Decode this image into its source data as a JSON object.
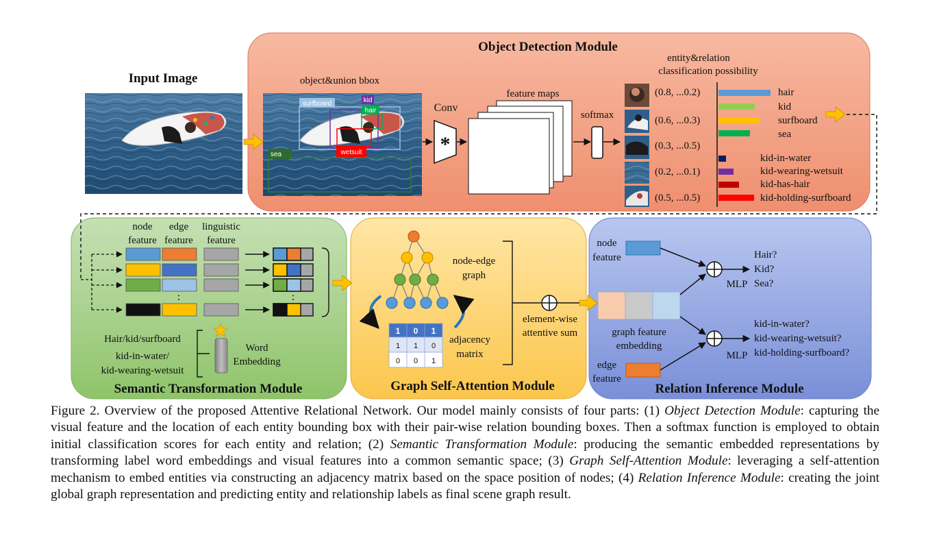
{
  "figure": {
    "input_image_title": "Input Image",
    "object_detection": {
      "title": "Object Detection Module",
      "bbox_label": "object&union bbox",
      "box_tags": [
        "surfboard",
        "kid",
        "hair",
        "wetsuit",
        "sea"
      ],
      "conv_label": "Conv",
      "conv_symbol": "*",
      "feature_maps_label": "feature maps",
      "softmax_label": "softmax",
      "classification_header_line1": "entity&relation",
      "classification_header_line2": "classification possibility",
      "tuples": [
        "(0.8, ...0.2)",
        "(0.6, ...0.3)",
        "(0.3, ...0.5)",
        "(0.2, ...0.1)",
        "(0.5, ...0.5)"
      ],
      "entity_labels": [
        "hair",
        "kid",
        "surfboard",
        "sea"
      ],
      "entity_bar_values": [
        1.0,
        0.7,
        0.78,
        0.6
      ],
      "entity_bar_colors": [
        "#5b9bd5",
        "#92d050",
        "#ffc000",
        "#00b050"
      ],
      "relation_labels": [
        "kid-in-water",
        "kid-wearing-wetsuit",
        "kid-has-hair",
        "kid-holding-surfboard"
      ],
      "relation_bar_values": [
        0.22,
        0.42,
        0.57,
        1.0
      ],
      "relation_bar_colors": [
        "#002060",
        "#7030a0",
        "#c00000",
        "#ff0000"
      ]
    },
    "semantic": {
      "title": "Semantic Transformation Module",
      "col1_line1": "node",
      "col1_line2": "feature",
      "col2_line1": "edge",
      "col2_line2": "feature",
      "col3_line1": "linguistic",
      "col3_line2": "feature",
      "dots": ":",
      "label_words": "Hair/kid/surfboard",
      "label_rel1": "kid-in-water/",
      "label_rel2": "kid-wearing-wetsuit",
      "word_embedding_line1": "Word",
      "word_embedding_line2": "Embedding"
    },
    "graph": {
      "title": "Graph Self-Attention Module",
      "node_edge_line1": "node-edge",
      "node_edge_line2": "graph",
      "adjacency_line1": "adjacency",
      "adjacency_line2": "matrix",
      "matrix": [
        [
          "1",
          "0",
          "1"
        ],
        [
          "1",
          "1",
          "0"
        ],
        [
          "0",
          "0",
          "1"
        ]
      ],
      "sum_line1": "element-wise",
      "sum_line2": "attentive sum"
    },
    "relation": {
      "title": "Relation Inference Module",
      "node_feature_line1": "node",
      "node_feature_line2": "feature",
      "edge_feature_line1": "edge",
      "edge_feature_line2": "feature",
      "graph_embed_line1": "graph feature",
      "graph_embed_line2": "embedding",
      "mlp": "MLP",
      "entity_queries": [
        "Hair?",
        "Kid?",
        "Sea?"
      ],
      "relation_queries": [
        "kid-in-water?",
        "kid-wearing-wetsuit?",
        "kid-holding-surfboard?"
      ]
    }
  },
  "caption": {
    "t1": "Figure 2. Overview of the proposed Attentive Relational Network. Our model mainly consists of four parts: (1) ",
    "i1": "Object Detection Module",
    "t2": ": capturing the visual feature and the location of each entity bounding box with their pair-wise relation bounding boxes. Then a softmax function is employed to obtain initial classification scores for each entity and relation; (2) ",
    "i2": "Semantic Transformation Module",
    "t3": ": producing the semantic embedded representations by transforming label word embeddings and visual features into a common semantic space; (3) ",
    "i3": "Graph Self-Attention Module",
    "t4": ": leveraging a self-attention mechanism to embed entities via constructing an adjacency matrix based on the space position of nodes; (4) ",
    "i4": "Relation Inference Module",
    "t5": ": creating the joint global graph representation and predicting entity and relationship labels as final scene graph result."
  }
}
